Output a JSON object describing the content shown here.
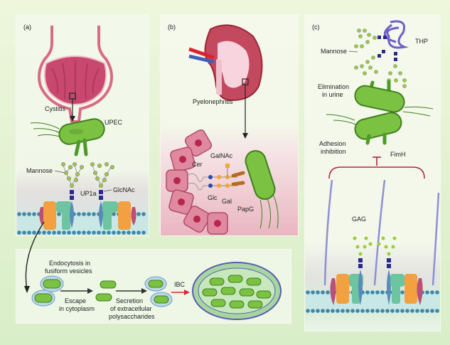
{
  "panels": {
    "a": {
      "label": "(a)",
      "organ": "bladder",
      "labels": {
        "cystitis": "Cystitis",
        "upec": "UPEC",
        "mannose": "Mannose",
        "up1a": "UP1a",
        "glcnac": "GlcNAc"
      }
    },
    "b": {
      "label": "(b)",
      "organ": "kidney",
      "labels": {
        "pyelonephritis": "Pyelonephritis",
        "galnac": "GalNAc",
        "cer": "Cer",
        "glc": "Glc",
        "gal": "Gal",
        "papg": "PapG"
      }
    },
    "c": {
      "label": "(c)",
      "labels": {
        "mannose": "Mannose",
        "thp": "THP",
        "elimination_line1": "Elimination",
        "elimination_line2": "in urine",
        "adhesion_line1": "Adhesion",
        "adhesion_line2": "inhibition",
        "fimh": "FimH",
        "gag": "GAG"
      }
    },
    "d": {
      "labels": {
        "endocytosis_line1": "Endocytosis in",
        "endocytosis_line2": "fusiform vesicles",
        "escape_line1": "Escape",
        "escape_line2": "in cytoplasm",
        "secretion_line1": "Secretion",
        "secretion_line2": "of extracellular",
        "secretion_line3": "polysaccharides",
        "ibc": "IBC"
      }
    }
  },
  "colors": {
    "bacterium": "#7cc242",
    "bacterium_dark": "#3f7f1e",
    "mannose": "#9ccc3c",
    "glcnac": "#2b2a8c",
    "membrane_head": "#3d87a8",
    "tissue_pink": "#d9607c",
    "inhibit_red": "#b02a3a",
    "ibc_arrow": "#d8283a"
  }
}
